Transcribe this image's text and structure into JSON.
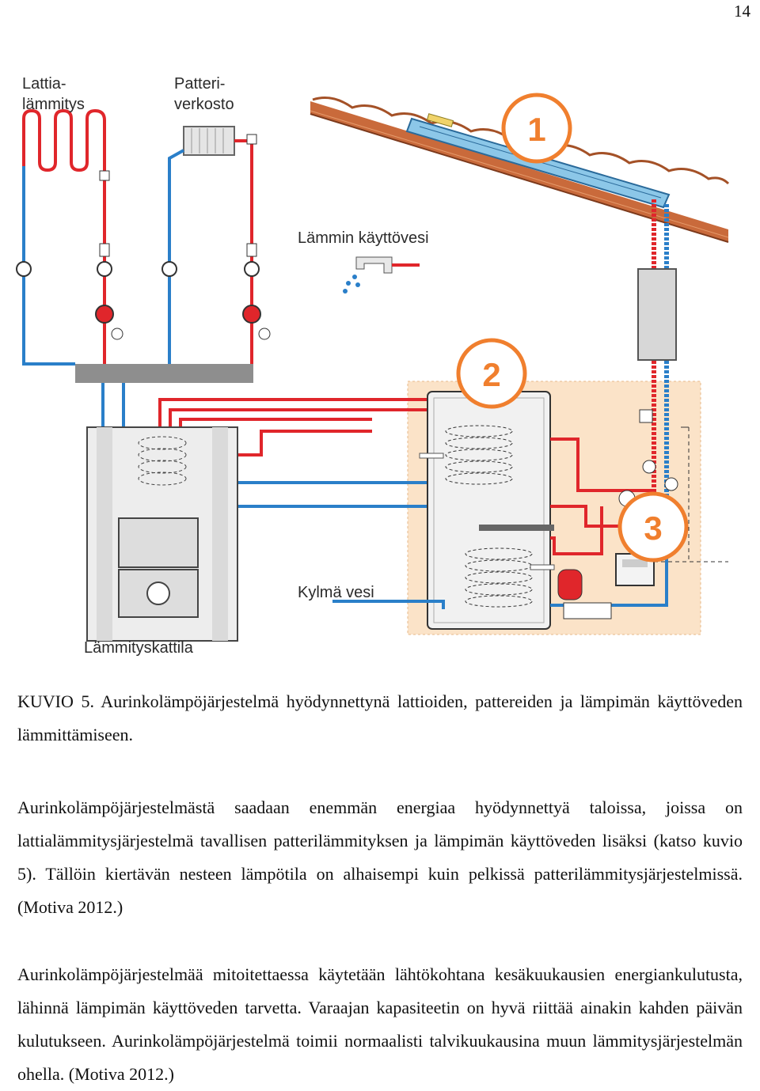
{
  "page_number": "14",
  "figure": {
    "labels": {
      "floor_heating": [
        "Lattia-",
        "lämmitys"
      ],
      "radiator_network": [
        "Patteri-",
        "verkosto"
      ],
      "hot_water": "Lämmin käyttövesi",
      "cold_water": "Kylmä vesi",
      "boiler": "Lämmityskattila"
    },
    "callouts": [
      "1",
      "2",
      "3"
    ],
    "pipe_colors": {
      "hot": "#e0262b",
      "cold": "#2a7fc9",
      "callout": "#f07f2e",
      "tank_zone": "#fbe3c8"
    }
  },
  "caption": "KUVIO 5. Aurinkolämpöjärjestelmä hyödynnettynä lattioiden, pattereiden ja lämpimän käyttöveden lämmittämiseen.",
  "paragraphs": [
    "Aurinkolämpöjärjestelmästä saadaan enemmän energiaa hyödynnettyä taloissa, joissa on lattialämmitysjärjestelmä tavallisen patterilämmityksen ja lämpimän käyttöveden lisäksi (katso kuvio 5). Tällöin kiertävän nesteen lämpötila on alhaisempi kuin pelkissä patterilämmitysjärjestelmissä. (Motiva 2012.)",
    "Aurinkolämpöjärjestelmää mitoitettaessa käytetään lähtökohtana kesäkuukausien energiankulutusta, lähinnä lämpimän käyttöveden tarvetta. Varaajan kapasiteetin on hyvä riittää ainakin kahden päivän kulutukseen. Aurinkolämpöjärjestelmä toimii normaalisti talvikuukausina muun lämmitysjärjestelmän ohella. (Motiva 2012.)"
  ]
}
